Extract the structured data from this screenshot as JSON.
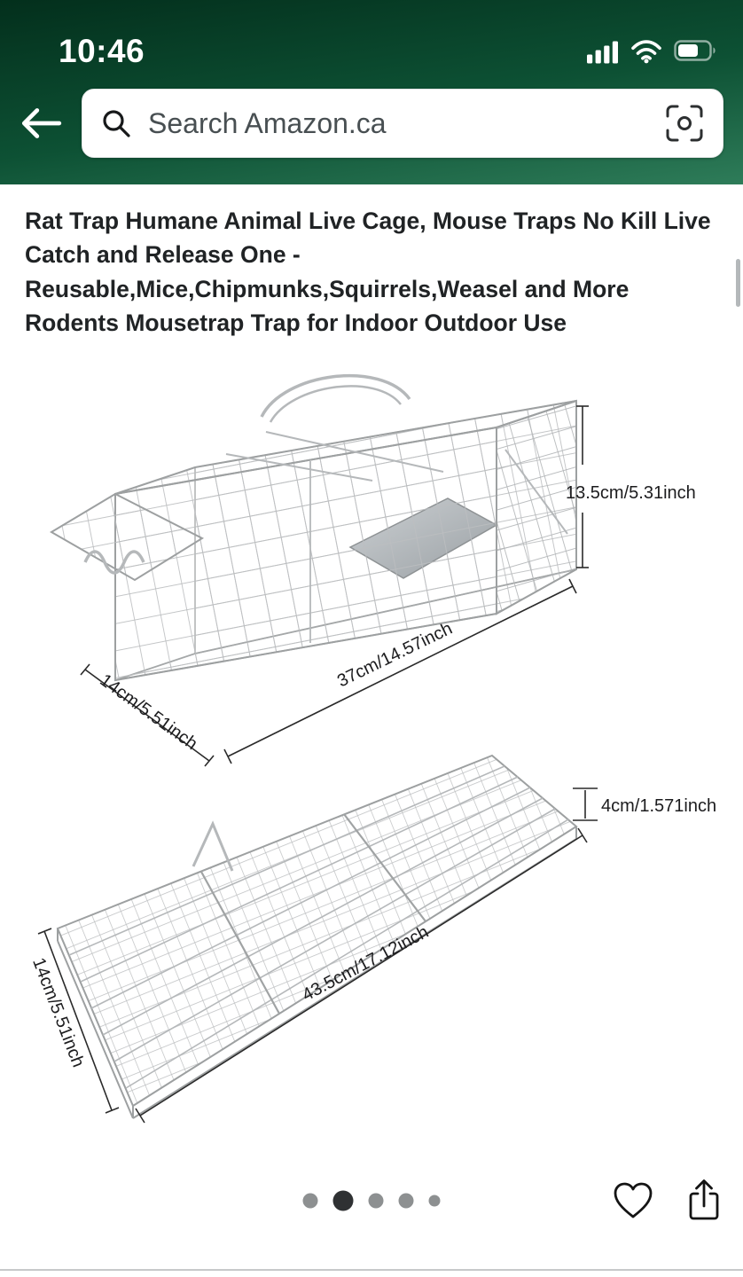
{
  "status_bar": {
    "time": "10:46"
  },
  "search": {
    "placeholder": "Search Amazon.ca"
  },
  "product": {
    "title": "Rat Trap Humane Animal Live Cage, Mouse Traps No Kill Live Catch and Release One - Reusable,Mice,Chipmunks,Squirrels,Weasel and More Rodents Mousetrap Trap for Indoor Outdoor Use"
  },
  "image": {
    "trap_assembled": {
      "height_label": "13.5cm/5.31inch",
      "length_label": "37cm/14.57inch",
      "width_label": "14cm/5.51inch"
    },
    "trap_folded": {
      "height_label": "4cm/1.571inch",
      "length_label": "43.5cm/17.12inch",
      "width_label": "14cm/5.51inch"
    }
  },
  "carousel": {
    "total_dots": 5,
    "active_dot": 2
  },
  "icons": {
    "back": "arrow-left",
    "search": "magnifier",
    "camera_search": "viewfinder-scan",
    "signal": "cellular-bars",
    "wifi": "wifi-arcs",
    "battery": "battery",
    "favorite": "heart-outline",
    "share": "ios-share"
  },
  "colors": {
    "header_grad_top": "#032f1c",
    "header_grad_mid": "#0d5134",
    "header_grad_bottom": "#2e7c59",
    "search_bar_bg": "#ffffff",
    "title_text": "#202325",
    "wire_gray": "#b5b8ba",
    "dim_text": "#1c1c1e",
    "dot_inactive": "#8d9091",
    "dot_active": "#2f3133",
    "icon_black": "#141414"
  }
}
